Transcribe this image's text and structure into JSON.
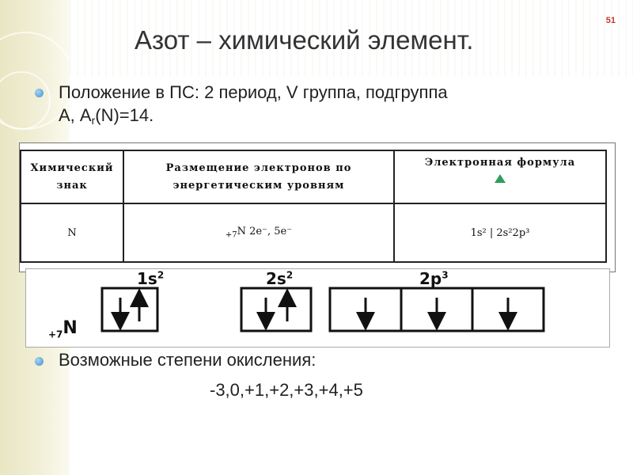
{
  "slide": {
    "page_number": "51",
    "title": "Азот – химический элемент.",
    "position_line1": "Положение в ПС: 2 период, V группа, подгруппа",
    "position_line2_prefix": "А,   А",
    "position_sub": "r",
    "position_line2_suffix": "(N)=14.",
    "oxidation_label": "Возможные степени окисления:",
    "oxidation_values": "-3,0,+1,+2,+3,+4,+5"
  },
  "table": {
    "header_symbol_1": "Химический",
    "header_symbol_2": "знак",
    "header_levels_1": "Размещение электронов по",
    "header_levels_2": "энергетическим уровням",
    "header_formula": "Электронная формула",
    "symbol": "N",
    "levels_sub": "+7",
    "levels_text": "N  2e⁻,  5e⁻",
    "formula": "1s² | 2s²2p³"
  },
  "orbitals": {
    "label_1s": "1s",
    "label_2s": "2s",
    "label_2p": "2p",
    "sup_1s": "2",
    "sup_2s": "2",
    "sup_2p": "3",
    "element_sub": "+7",
    "element": "N"
  },
  "colors": {
    "accent_bullet": "#3f8fcf",
    "page_number": "#c0392b",
    "triangle": "#2e9e5b"
  }
}
